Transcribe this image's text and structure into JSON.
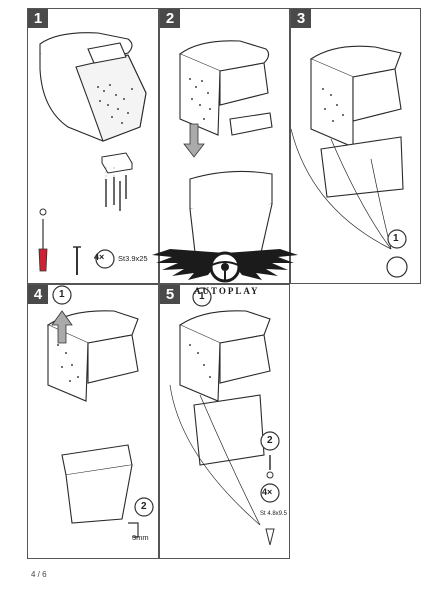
{
  "steps": [
    {
      "number": "1",
      "qty": "4×",
      "screw": "St3.9x25"
    },
    {
      "number": "2"
    },
    {
      "number": "3",
      "callout": "1"
    },
    {
      "number": "4",
      "callout_a": "1",
      "callout_b": "2",
      "hex": "3mm"
    },
    {
      "number": "5",
      "callout_a": "1",
      "callout_b": "2",
      "qty": "4×",
      "screw": "St 4.8x9.5"
    }
  ],
  "brand": {
    "name": "AUTOPLAY"
  },
  "page": {
    "label": "4 / 6"
  },
  "colors": {
    "frame": "#555555",
    "badge": "#4a4a4a",
    "line": "#2a2a2a"
  }
}
